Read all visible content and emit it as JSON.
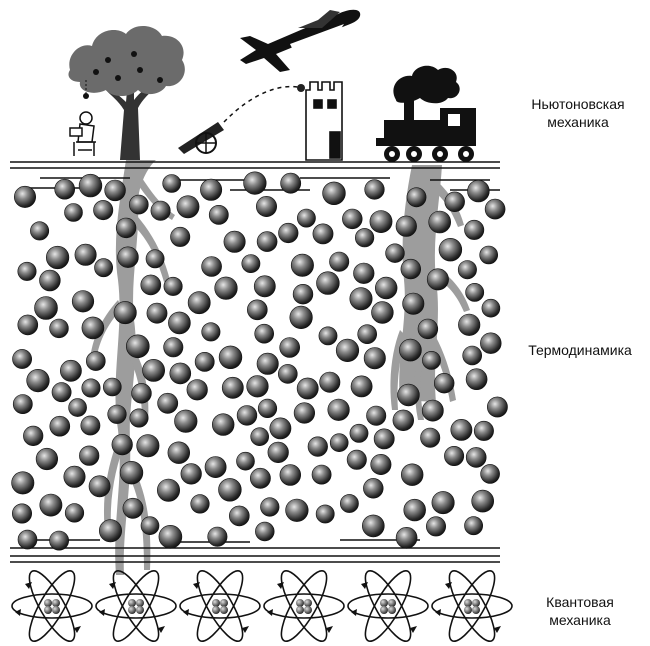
{
  "levels": {
    "newtonian": {
      "line1": "Ньютоновская",
      "line2": "механика"
    },
    "thermodynamics": {
      "line1": "Термодинамика"
    },
    "quantum": {
      "line1": "Квантовая",
      "line2": "механика"
    }
  },
  "illustrations": {
    "surface": [
      "airplane-icon",
      "tree-icon",
      "reading-person-icon",
      "cannon-icon",
      "tower-icon",
      "steam-locomotive-icon"
    ],
    "middle": [
      "molecule-sphere-icon",
      "tree-root-icon"
    ],
    "bottom": [
      "atom-icon"
    ]
  },
  "colors": {
    "ink": "#111111",
    "root": "#9a9a9a",
    "sphere_light": "#d8d8d8",
    "sphere_dark": "#1a1a1a"
  }
}
